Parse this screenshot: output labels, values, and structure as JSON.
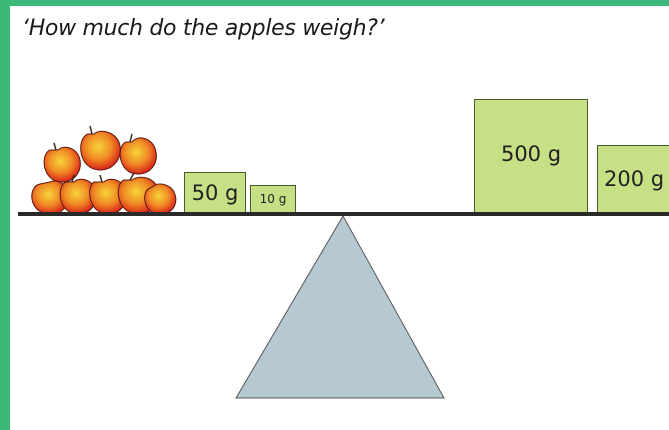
{
  "question": "‘How much do the apples weigh?’",
  "weights": {
    "left_large": "50 g",
    "left_small": "10 g",
    "right_large": "500 g",
    "right_small": "200 g"
  },
  "colors": {
    "frame": "#3cb878",
    "weight_fill": "#c7df85",
    "pivot_fill": "#b6c8d2",
    "apple_red": "#e8371e",
    "apple_yellow": "#f6c32a"
  }
}
